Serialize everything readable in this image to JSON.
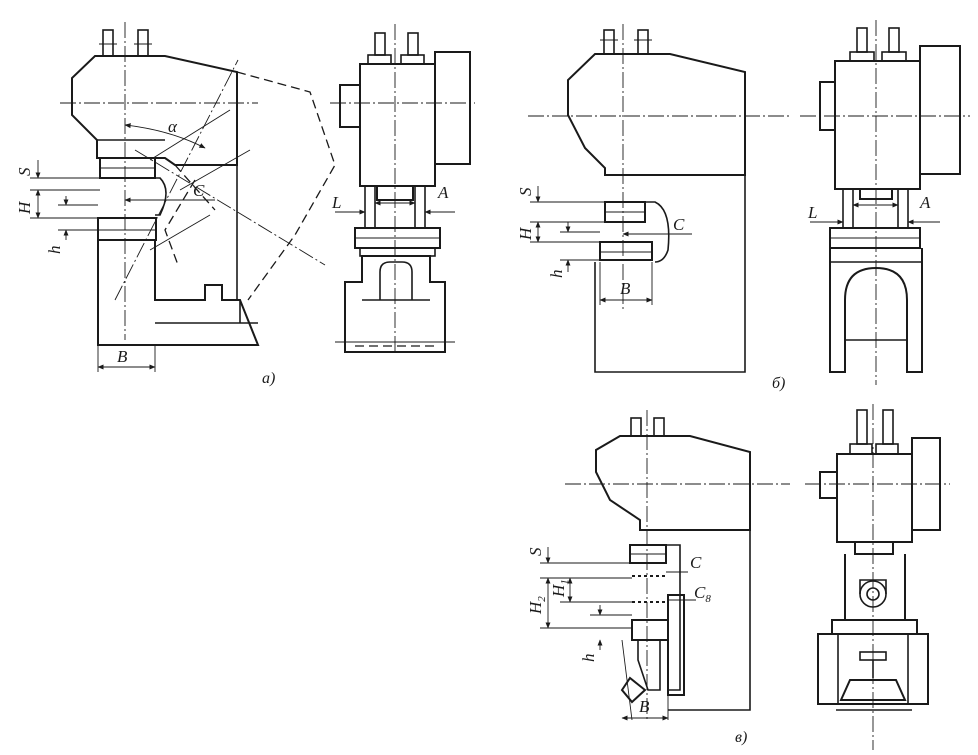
{
  "figure": {
    "captions": {
      "a": "а)",
      "b": "б)",
      "v": "в)"
    },
    "labels": {
      "alpha": "α",
      "S": "S",
      "H": "H",
      "h": "h",
      "C": "C",
      "L": "L",
      "A": "A",
      "B": "B",
      "H1": "H",
      "H1_sub": "1",
      "H2": "H",
      "H2_sub": "2",
      "C8": "C",
      "C8_sub": "8"
    }
  }
}
